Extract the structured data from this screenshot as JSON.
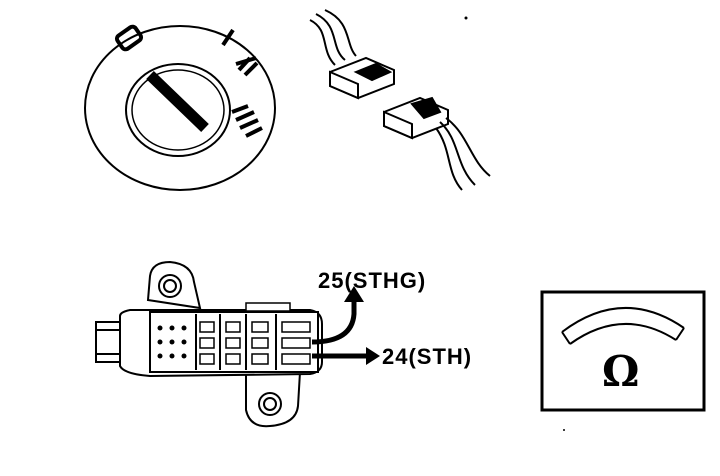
{
  "labels": {
    "connector_a": "25(STHG)",
    "connector_b": "24(STH)"
  },
  "switch_positions": [
    "0",
    "I",
    "II",
    "III"
  ],
  "ohmmeter": {
    "symbol": "Ω"
  }
}
